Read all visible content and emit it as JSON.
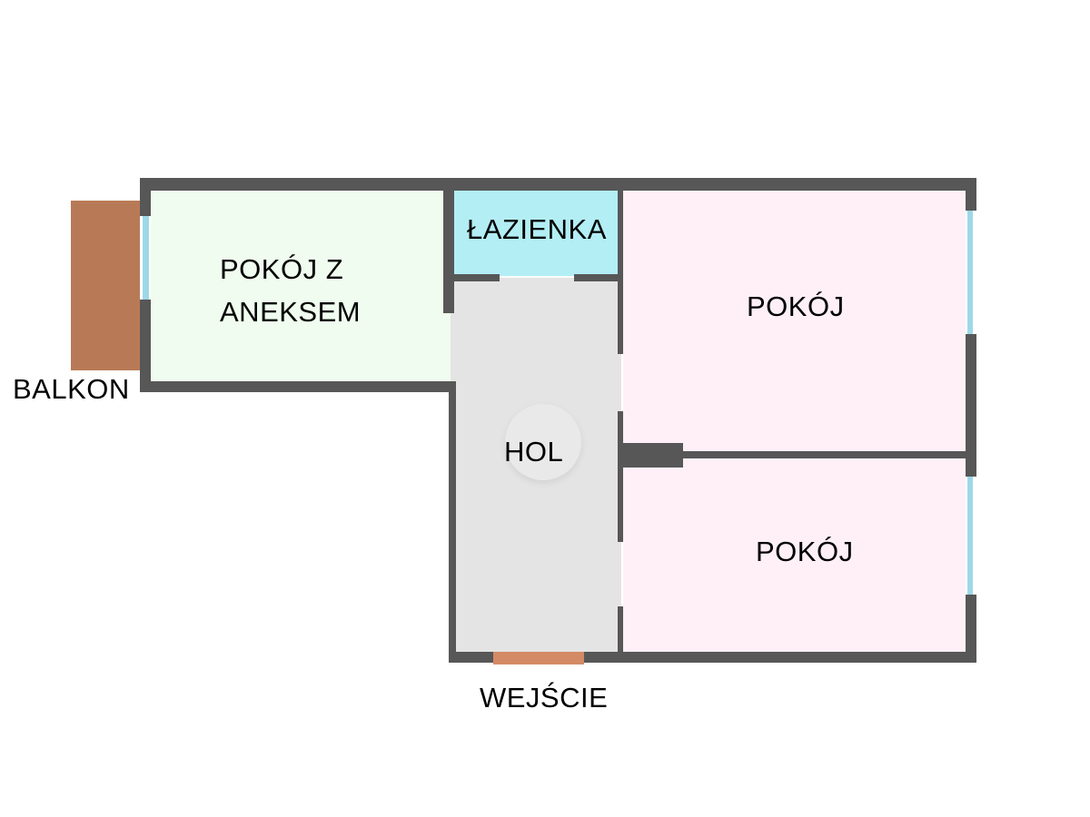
{
  "plan": {
    "labels": {
      "balcony": "BALKON",
      "living_line1": "POKÓJ Z",
      "living_line2": "ANEKSEM",
      "bathroom": "ŁAZIENKA",
      "room1": "POKÓJ",
      "room2": "POKÓJ",
      "hall": "HOL",
      "entrance": "WEJŚCIE"
    },
    "colors": {
      "wall": "#575757",
      "living": "#f0fcef",
      "bathroom": "#b3eef5",
      "hall": "#e4e4e4",
      "rooms": "#fef0f6",
      "balcony": "#b87a56",
      "door": "#d48a64",
      "window": "#9dd8e8"
    }
  }
}
